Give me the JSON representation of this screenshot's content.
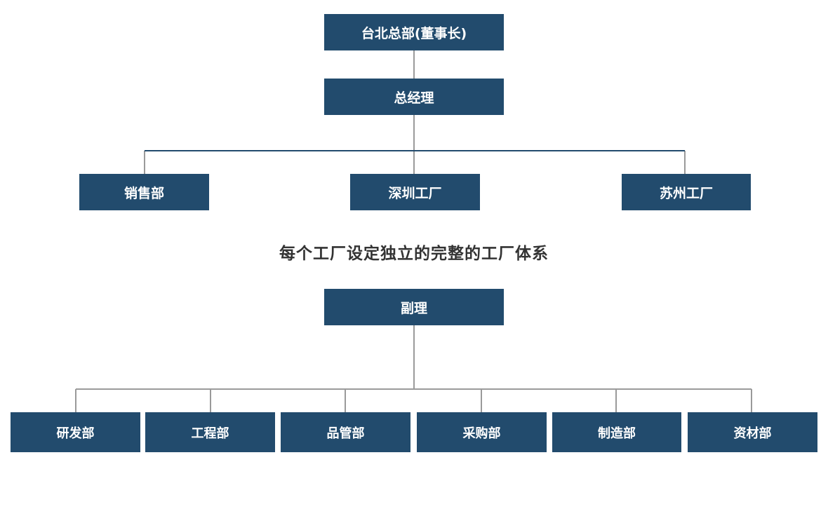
{
  "top": {
    "chairman": "台北总部(董事长)",
    "general_manager": "总经理"
  },
  "level2": {
    "sales": "销售部",
    "shenzhen": "深圳工厂",
    "suzhou": "苏州工厂"
  },
  "caption": "每个工厂设定独立的完整的工厂体系",
  "factory": {
    "vice_manager": "副理",
    "departments": [
      "研发部",
      "工程部",
      "品管部",
      "采购部",
      "制造部",
      "资材部"
    ]
  },
  "colors": {
    "box": "#224b6d",
    "box_text": "#ffffff",
    "connector": "#9a9a9a",
    "caption": "#333333"
  }
}
